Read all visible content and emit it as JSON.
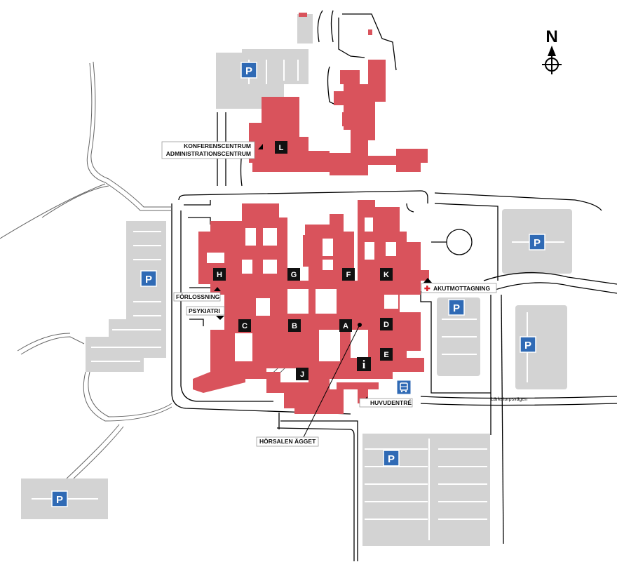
{
  "map": {
    "colors": {
      "building": "#d9535c",
      "parking": "#d3d3d3",
      "road": "#000000",
      "sign": "#2f6ab5",
      "marker": "#111111"
    },
    "north_label": "N",
    "buildings": [
      {
        "name": "L",
        "label": "L"
      },
      {
        "name": "H",
        "label": "H"
      },
      {
        "name": "G",
        "label": "G"
      },
      {
        "name": "F",
        "label": "F"
      },
      {
        "name": "K",
        "label": "K"
      },
      {
        "name": "C",
        "label": "C"
      },
      {
        "name": "B",
        "label": "B"
      },
      {
        "name": "A",
        "label": "A"
      },
      {
        "name": "D",
        "label": "D"
      },
      {
        "name": "E",
        "label": "E"
      },
      {
        "name": "J",
        "label": "J"
      }
    ],
    "labels": {
      "konferens": "KONFERENSCENTRUM",
      "administration": "ADMINISTRATIONSCENTRUM",
      "forlossning": "FÖRLOSSNING",
      "psykiatri": "PSYKIATRI",
      "akutmottagning": "AKUTMOTTAGNING",
      "huvudentre": "HUVUDENTRÉ",
      "horsalen": "HÖRSALEN ÄGGET",
      "larketorpsvagen": "Lärketorpsvägen"
    },
    "parking_symbol": "P",
    "info_symbol": "i",
    "icons": [
      "parking-icon",
      "info-icon",
      "bus-icon",
      "red-cross-icon",
      "compass-icon"
    ]
  }
}
